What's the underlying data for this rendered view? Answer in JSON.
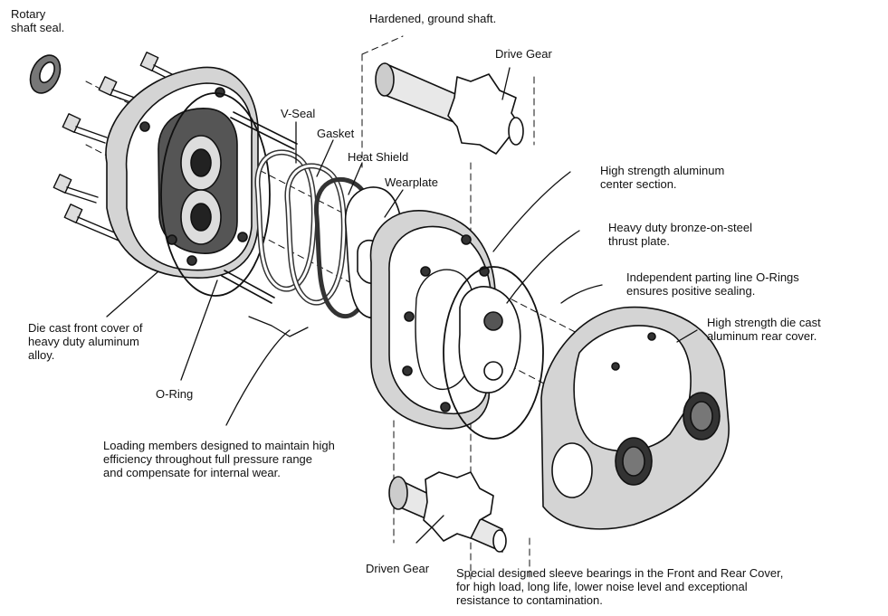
{
  "labels": {
    "rotary_shaft_seal": "Rotary\nshaft seal.",
    "hardened_shaft": "Hardened, ground shaft.",
    "drive_gear": "Drive Gear",
    "v_seal": "V-Seal",
    "gasket": "Gasket",
    "heat_shield": "Heat Shield",
    "wearplate": "Wearplate",
    "center_section": "High strength aluminum\ncenter section.",
    "thrust_plate": "Heavy duty bronze-on-steel\nthrust plate.",
    "parting_line_orings": "Independent parting line O-Rings\nensures positive sealing.",
    "rear_cover": "High strength die cast\naluminum rear cover.",
    "front_cover": "Die cast front cover of\nheavy duty aluminum\nalloy.",
    "o_ring": "O-Ring",
    "loading_members": "Loading members designed to maintain high\nefficiency throughout full pressure range\nand compensate for internal wear.",
    "driven_gear": "Driven Gear",
    "sleeve_bearings": "Special designed sleeve bearings in the Front and Rear Cover,\nfor high load, long life, lower noise level and exceptional\nresistance to contamination."
  },
  "colors": {
    "ink": "#111111",
    "shade": "#d4d4d4",
    "dark": "#555555"
  }
}
